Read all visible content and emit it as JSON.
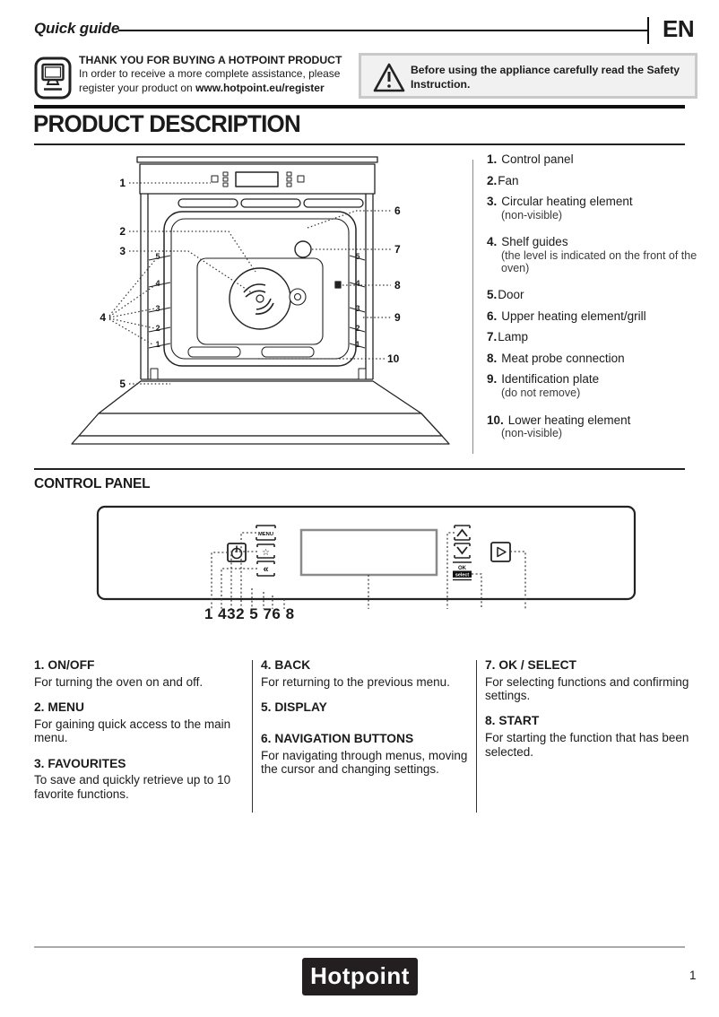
{
  "header": {
    "quick_guide": "Quick guide",
    "lang": "EN"
  },
  "thanks": {
    "title": "THANK YOU FOR BUYING A HOTPOINT PRODUCT",
    "line1": "In order to receive a more complete assistance, please",
    "line2": "register your product on ",
    "url": "www.hotpoint.eu/register"
  },
  "warning": {
    "text": "Before using the appliance carefully read the Safety Instruction."
  },
  "pd": {
    "title": "PRODUCT DESCRIPTION",
    "items": [
      {
        "num": "1.",
        "label": "Control panel",
        "note": ""
      },
      {
        "num": "2.",
        "label": "Fan",
        "note": "",
        "tight": "1"
      },
      {
        "num": "3.",
        "label": "Circular heating element",
        "note": "(non-visible)"
      },
      {
        "num": "4.",
        "label": "Shelf guides",
        "note": "(the level is indicated on the front of the oven)"
      },
      {
        "num": "5.",
        "label": "Door",
        "note": "",
        "tight": "1"
      },
      {
        "num": "6.",
        "label": "Upper heating element/grill",
        "note": ""
      },
      {
        "num": "7.",
        "label": "Lamp",
        "note": "",
        "tight": "1"
      },
      {
        "num": "8.",
        "label": "Meat probe connection",
        "note": ""
      },
      {
        "num": "9.",
        "label": "Identification plate",
        "note": "(do not remove)"
      },
      {
        "num": "10.",
        "label": "Lower heating element",
        "note": "(non-visible)"
      }
    ],
    "diagram": {
      "callouts": [
        "1",
        "2",
        "3",
        "4",
        "5",
        "6",
        "7",
        "8",
        "9",
        "10"
      ],
      "shelves": [
        "5",
        "4",
        "3",
        "2",
        "1"
      ]
    }
  },
  "cp": {
    "title": "CONTROL PANEL",
    "row": "1 432 5 76 8",
    "fig": {
      "menu": "MENU",
      "ok": "OK",
      "select": "select"
    },
    "cols": [
      [
        {
          "h": "1. ON/OFF",
          "b": "For turning the oven on and off."
        },
        {
          "h": "2. MENU",
          "b": "For gaining quick access to the main menu."
        },
        {
          "h": "3. FAVOURITES",
          "b": "To save and quickly retrieve up to 10 favorite functions."
        }
      ],
      [
        {
          "h": "4. BACK",
          "b": "For returning to the previous menu."
        },
        {
          "h": "5. DISPLAY",
          "b": ""
        },
        {
          "h": "6. NAVIGATION BUTTONS",
          "b": "For navigating through menus, moving the cursor and changing settings."
        }
      ],
      [
        {
          "h": "7. OK / SELECT",
          "b": "For selecting functions and confirming settings."
        },
        {
          "h": "8. START",
          "b": "For starting the function that has been selected."
        }
      ]
    ]
  },
  "footer": {
    "logo": "Hotpoint",
    "page": "1"
  }
}
